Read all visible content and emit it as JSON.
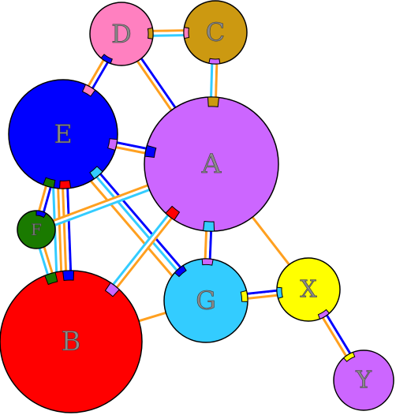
{
  "colors": {
    "A": "#cc66ff",
    "B": "#ff0000",
    "C": "#cc9911",
    "D": "#ff80c0",
    "E": "#0000ff",
    "F": "#1a7a00",
    "G": "#33ccff",
    "X": "#ffff00",
    "Y": "#cc66ff",
    "orange": "#ffa020",
    "white": "#ffffff"
  },
  "nodes": [
    {
      "id": "A",
      "label": "A",
      "color": "A"
    },
    {
      "id": "B",
      "label": "B",
      "color": "B"
    },
    {
      "id": "C",
      "label": "C",
      "color": "C"
    },
    {
      "id": "D",
      "label": "D",
      "color": "D"
    },
    {
      "id": "E",
      "label": "E",
      "color": "E"
    },
    {
      "id": "F",
      "label": "F",
      "color": "F"
    },
    {
      "id": "G",
      "label": "G",
      "color": "G"
    },
    {
      "id": "X",
      "label": "X",
      "color": "X"
    },
    {
      "id": "Y",
      "label": "Y",
      "color": "Y"
    }
  ],
  "edges": [
    {
      "from": "D",
      "to": "C",
      "stripes": [
        "orange",
        "white",
        "G"
      ]
    },
    {
      "from": "D",
      "to": "E",
      "stripes": [
        "E",
        "white",
        "orange"
      ]
    },
    {
      "from": "D",
      "to": "A",
      "stripes": [
        "E",
        "white",
        "orange"
      ]
    },
    {
      "from": "C",
      "to": "A",
      "stripes": [
        "orange",
        "white",
        "G"
      ]
    },
    {
      "from": "E",
      "to": "A",
      "stripes": [
        "E",
        "white",
        "orange"
      ]
    },
    {
      "from": "E",
      "to": "F",
      "stripes": [
        "E",
        "white",
        "orange"
      ]
    },
    {
      "from": "E",
      "to": "B",
      "stripes": [
        "E",
        "white",
        "orange"
      ]
    },
    {
      "from": "E",
      "to": "B",
      "stripes": [
        "orange",
        "white",
        "G"
      ]
    },
    {
      "from": "E",
      "to": "G",
      "stripes": [
        "E",
        "white",
        "G"
      ]
    },
    {
      "from": "E",
      "to": "G",
      "stripes": [
        "orange"
      ]
    },
    {
      "from": "F",
      "to": "A",
      "stripes": [
        "orange",
        "white",
        "G"
      ]
    },
    {
      "from": "F",
      "to": "B",
      "stripes": [
        "orange",
        "white",
        "G"
      ]
    },
    {
      "from": "A",
      "to": "B",
      "stripes": [
        "orange",
        "white",
        "G"
      ]
    },
    {
      "from": "A",
      "to": "G",
      "stripes": [
        "E",
        "white",
        "orange"
      ]
    },
    {
      "from": "A",
      "to": "X",
      "stripes": [
        "orange"
      ]
    },
    {
      "from": "B",
      "to": "G",
      "stripes": [
        "orange"
      ]
    },
    {
      "from": "G",
      "to": "X",
      "stripes": [
        "E",
        "white",
        "orange"
      ]
    },
    {
      "from": "X",
      "to": "Y",
      "stripes": [
        "E",
        "white",
        "orange"
      ]
    }
  ],
  "ports": [
    {
      "node": "D",
      "color": "C",
      "toward": "C"
    },
    {
      "node": "D",
      "color": "E",
      "toward": "E"
    },
    {
      "node": "C",
      "color": "D",
      "toward": "D"
    },
    {
      "node": "C",
      "color": "A",
      "toward": "A"
    },
    {
      "node": "A",
      "color": "C",
      "toward": "C"
    },
    {
      "node": "A",
      "color": "E",
      "toward": "E"
    },
    {
      "node": "A",
      "color": "B",
      "toward": "B"
    },
    {
      "node": "A",
      "color": "G",
      "toward": "G"
    },
    {
      "node": "E",
      "color": "D",
      "toward": "D"
    },
    {
      "node": "E",
      "color": "A",
      "toward": "A"
    },
    {
      "node": "E",
      "color": "G",
      "toward": "G"
    },
    {
      "node": "E",
      "color": "B",
      "toward": "B"
    },
    {
      "node": "E",
      "color": "F",
      "toward": "F"
    },
    {
      "node": "F",
      "color": "E",
      "toward": "E"
    },
    {
      "node": "B",
      "color": "E",
      "toward": "E"
    },
    {
      "node": "B",
      "color": "A",
      "toward": "A"
    },
    {
      "node": "B",
      "color": "F",
      "toward": "F"
    },
    {
      "node": "G",
      "color": "A",
      "toward": "A"
    },
    {
      "node": "G",
      "color": "E",
      "toward": "E"
    },
    {
      "node": "G",
      "color": "X",
      "toward": "X"
    },
    {
      "node": "X",
      "color": "G",
      "toward": "G"
    },
    {
      "node": "X",
      "color": "Y",
      "toward": "Y"
    },
    {
      "node": "Y",
      "color": "X",
      "toward": "X"
    }
  ]
}
